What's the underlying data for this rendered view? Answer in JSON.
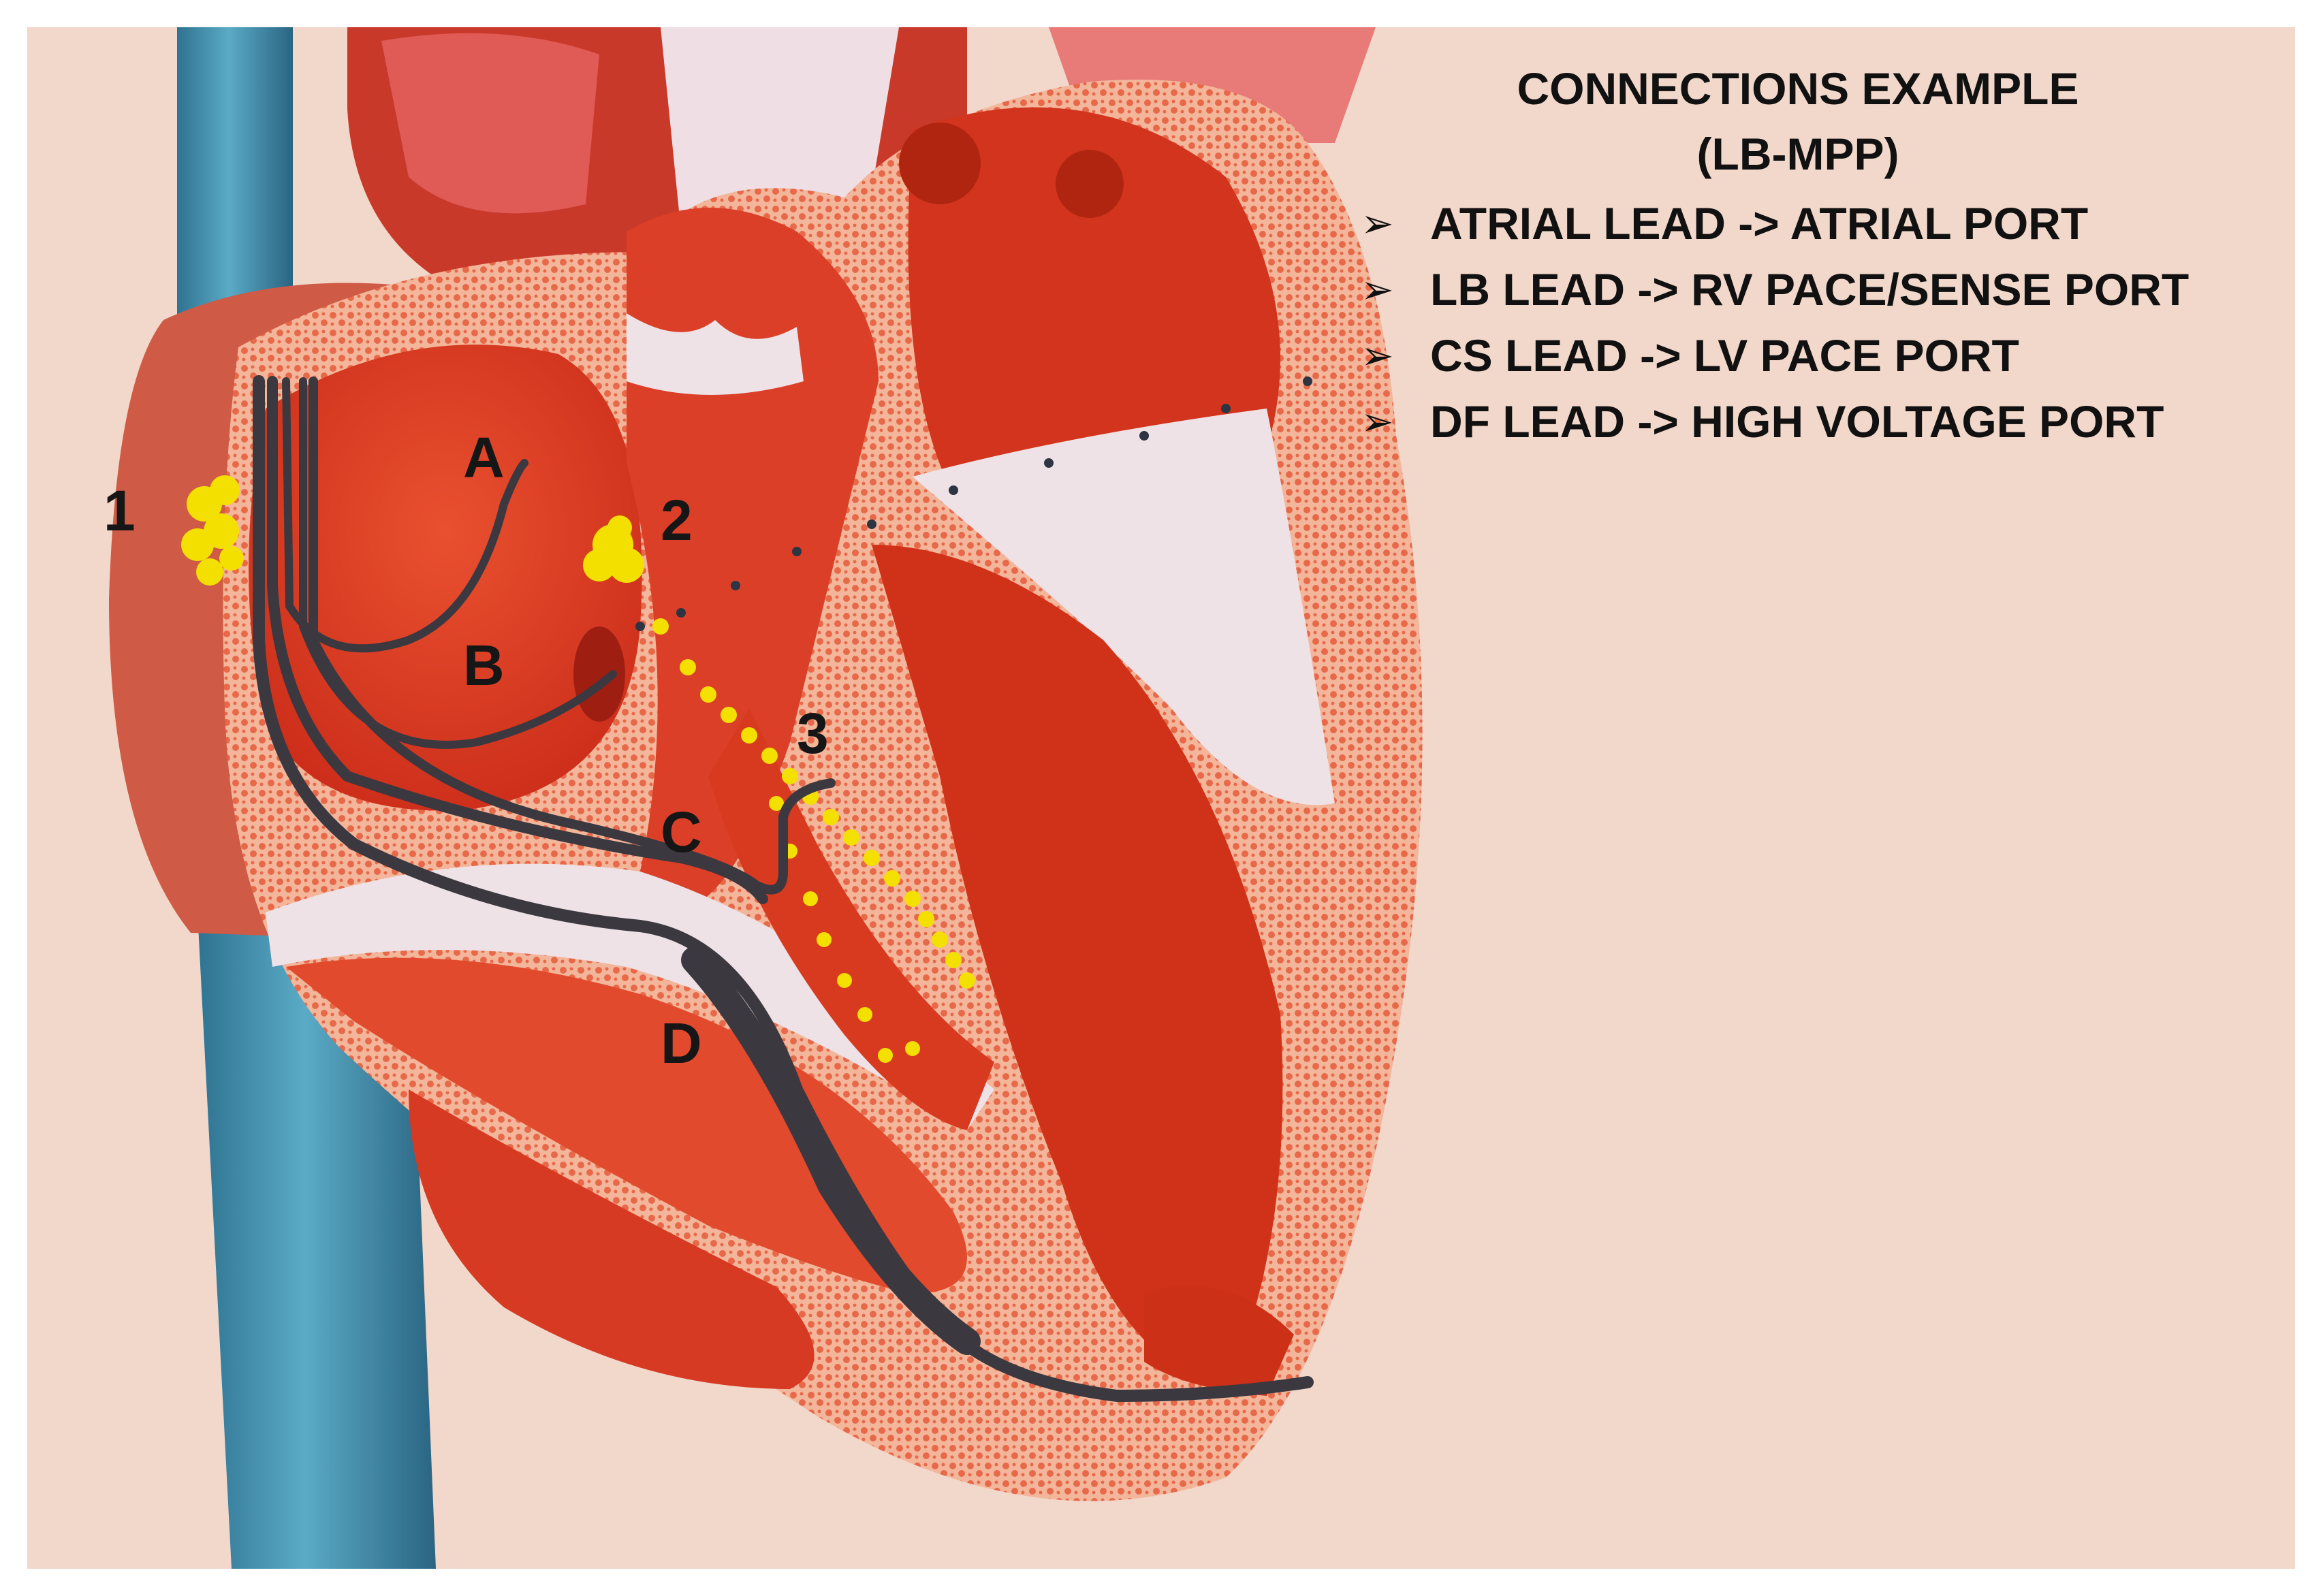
{
  "figure": {
    "description_free": true,
    "colors": {
      "background": "#f2d7cb",
      "myocardium": "#e0452e",
      "chamber": "#d8341f",
      "wall_pattern": "#f3b69a",
      "valve_tissue": "#eee2e6",
      "vein": "#3c8aa8",
      "lead": "#3b3840",
      "conduction": "#f3e000"
    }
  },
  "markers": {
    "m1": "1",
    "m2": "2",
    "m3": "3",
    "mA": "A",
    "mB": "B",
    "mC": "C",
    "mD": "D"
  },
  "legend": {
    "title_line1": "CONNECTIONS EXAMPLE",
    "title_line2": "(LB-MPP)",
    "bullet_icon": "arrow-bullet-icon",
    "items": [
      {
        "label": "ATRIAL LEAD -> ATRIAL PORT"
      },
      {
        "label": "LB LEAD -> RV PACE/SENSE PORT"
      },
      {
        "label": "CS LEAD -> LV PACE PORT"
      },
      {
        "label": "DF LEAD -> HIGH VOLTAGE PORT"
      }
    ]
  }
}
